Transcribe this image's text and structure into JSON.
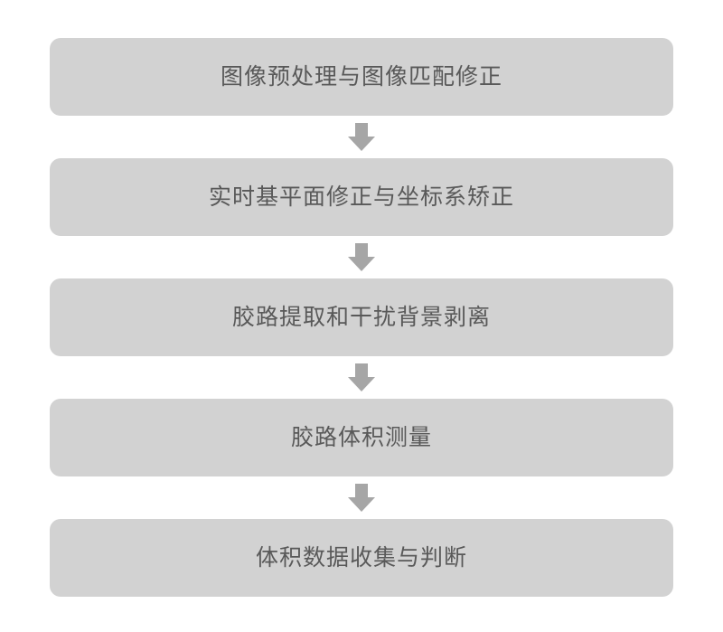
{
  "diagram": {
    "title": "glue-inspection-process-flowchart",
    "steps": [
      {
        "label": "图像预处理与图像匹配修正"
      },
      {
        "label": "实时基平面修正与坐标系矫正"
      },
      {
        "label": "胶路提取和干扰背景剥离"
      },
      {
        "label": "胶路体积测量"
      },
      {
        "label": "体积数据收集与判断"
      }
    ]
  },
  "colors": {
    "box-bg": "#d2d2d2",
    "arrow": "#a6a6a6",
    "text": "#595959",
    "page-bg": "#ffffff"
  }
}
